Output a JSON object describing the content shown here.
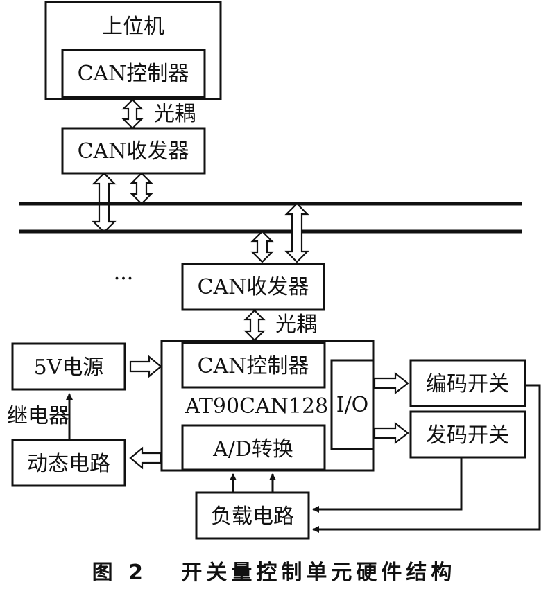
{
  "host": {
    "title": "上位机",
    "can_controller": "CAN控制器"
  },
  "labels": {
    "optocoupler_top": "光耦",
    "optocoupler_bottom": "光耦",
    "relay": "继电器",
    "ellipsis": "···",
    "io": "I/O",
    "mcu": "AT90CAN128"
  },
  "blocks": {
    "can_transceiver_top": "CAN收发器",
    "can_transceiver_node": "CAN收发器",
    "can_controller_node": "CAN控制器",
    "ad_converter": "A/D转换",
    "power_5v": "5V电源",
    "dynamic_circuit": "动态电路",
    "encoder_switch": "编码开关",
    "code_switch": "发码开关",
    "load_circuit": "负载电路"
  },
  "caption": "图 2   开关量控制单元硬件结构"
}
